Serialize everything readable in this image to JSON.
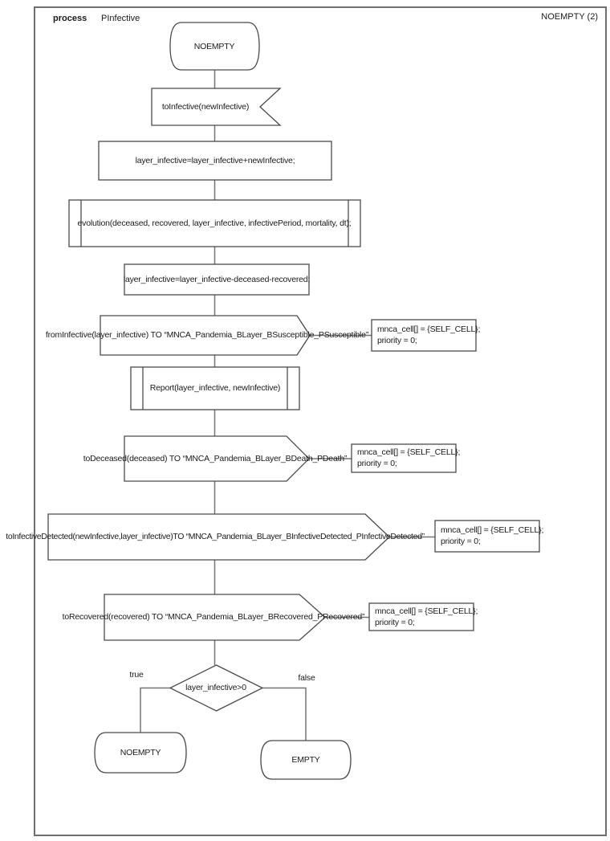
{
  "header": {
    "kind": "process",
    "name": "PInfective",
    "page_ref": "NOEMPTY (2)"
  },
  "diagram": {
    "start_state": "NOEMPTY",
    "input_signal": "toInfective(newInfective)",
    "task_add": "layer_infective=layer_infective+newInfective;",
    "call_evolution": "evolution(deceased, recovered, layer_infective, infectivePeriod, mortality, dt);",
    "task_subtract": "layer_infective=layer_infective-deceased-recovered;",
    "out_susceptible": "fromInfective(layer_infective) TO “MNCA_Pandemia_BLayer_BSusceptible_PSusceptible”",
    "call_report": "Report(layer_infective, newInfective)",
    "out_death": "toDeceased(deceased) TO “MNCA_Pandemia_BLayer_BDeath_PDeath”",
    "out_detected": "toInfectiveDetected(newInfective,layer_infective)TO “MNCA_Pandemia_BLayer_BInfectiveDetected_PInfectiveDetected”",
    "out_recovered": "toRecovered(recovered) TO “MNCA_Pandemia_BLayer_BRecovered_PRecovered”",
    "decision": "layer_infective>0",
    "label_true": "true",
    "label_false": "false",
    "state_noempty": "NOEMPTY",
    "state_empty": "EMPTY",
    "comment": {
      "line1": "mnca_cell[] = {SELF_CELL};",
      "line2": "priority = 0;"
    }
  },
  "colors": {
    "frame_border": "#6e6e6e",
    "shape_stroke": "#4a4a4a",
    "connector": "#757575",
    "text": "#1a1a1a"
  }
}
